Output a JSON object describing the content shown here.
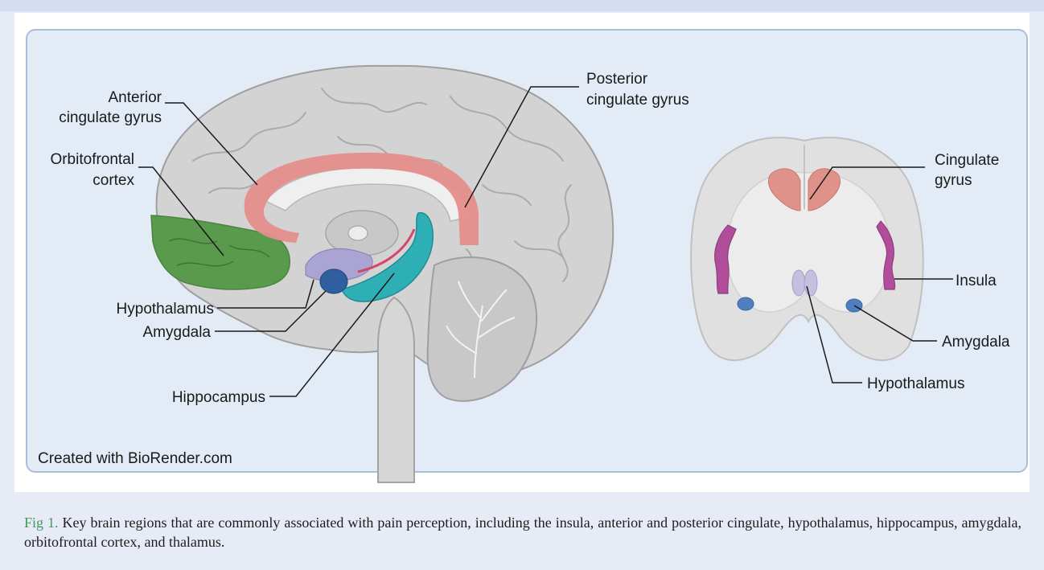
{
  "labels": {
    "anterior_cingulate_line1": "Anterior",
    "anterior_cingulate_line2": "cingulate gyrus",
    "posterior_cingulate_line1": "Posterior",
    "posterior_cingulate_line2": "cingulate gyrus",
    "orbitofrontal_line1": "Orbitofrontal",
    "orbitofrontal_line2": "cortex",
    "hypothalamus_sagittal": "Hypothalamus",
    "amygdala_sagittal": "Amygdala",
    "hippocampus": "Hippocampus",
    "cingulate_coronal_line1": "Cingulate",
    "cingulate_coronal_line2": "gyrus",
    "insula": "Insula",
    "amygdala_coronal": "Amygdala",
    "hypothalamus_coronal": "Hypothalamus"
  },
  "credit": "Created with BioRender.com",
  "caption": {
    "label": "Fig 1.",
    "text": "Key brain regions that are commonly associated with pain perception, including the insula, anterior and posterior cingulate, hypothalamus, hippocampus, amygdala, orbitofrontal cortex, and thalamus."
  },
  "colors": {
    "cingulate": "#e58e8c",
    "orbitofrontal": "#5a9a4c",
    "hippocampus": "#2eaeb5",
    "amygdala": "#2f5f9e",
    "hypothalamus": "#a9a4d2",
    "insula": "#b04e9c",
    "brain_tissue": "#d4d4d4"
  }
}
